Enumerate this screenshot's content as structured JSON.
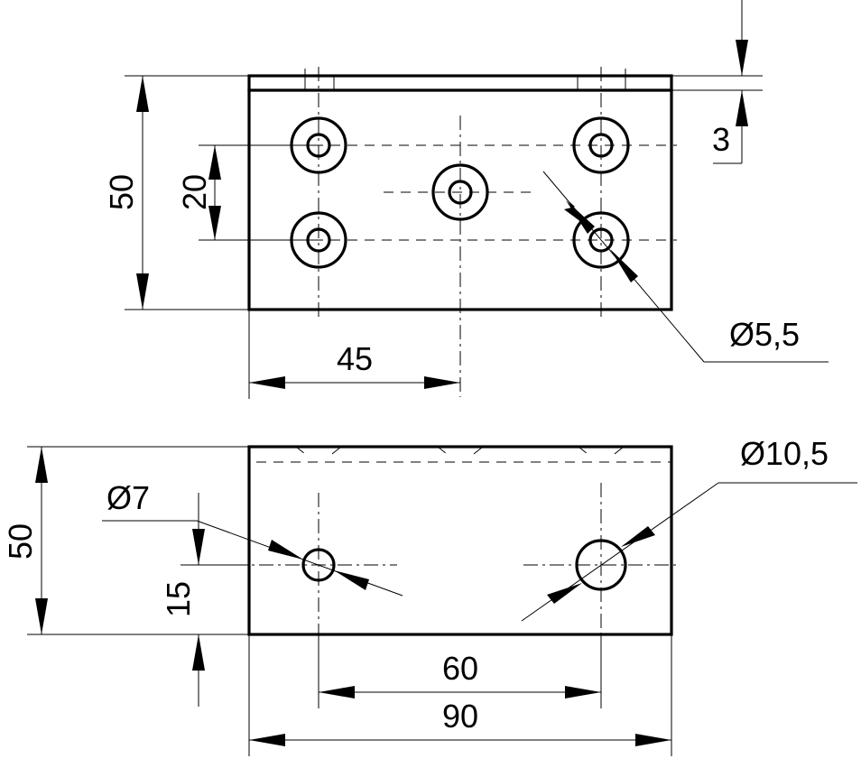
{
  "diagram": {
    "dimensions": {
      "top_height": "50",
      "hole_spacing": "20",
      "lip_thickness": "3",
      "top_center_offset": "45",
      "small_hole_dia": "Ø5,5",
      "bottom_height": "50",
      "hole_height": "15",
      "hole_dia_small": "Ø7",
      "hole_dia_large": "Ø10,5",
      "hole_distance": "60",
      "overall_width": "90"
    }
  }
}
